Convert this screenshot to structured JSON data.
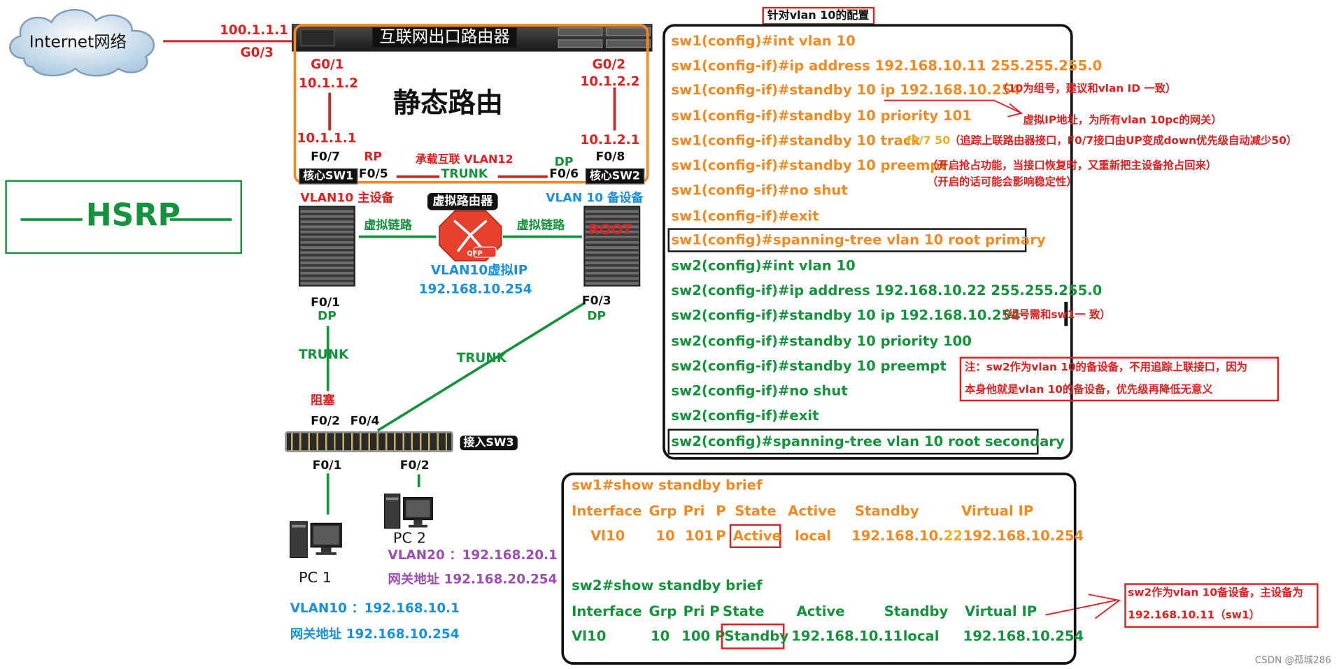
{
  "title": "针对vlan 10的配置",
  "side_label": "HSRP",
  "topology": {
    "internet": "Internet网络",
    "edge_router": "互联网出口路由器",
    "isp_ip": "100.1.1.1",
    "router_uplink_port": "G0/3",
    "routing_type": "静态路由",
    "left_port": "G0/1",
    "left_ip": "10.1.1.2",
    "right_port": "G0/2",
    "right_ip": "10.1.2.2",
    "sw1_ip": "10.1.1.1",
    "sw2_ip": "10.1.2.1",
    "sw1_port": "F0/7",
    "sw2_port": "F0/8",
    "rp": "RP",
    "dp_top": "DP",
    "interconnect_vlan": "承载互联 VLAN12",
    "trunk_top": "TRUNK",
    "sw1_f05": "F0/5",
    "sw2_f06": "F0/6",
    "sw1_tag": "核心SW1",
    "sw2_tag": "核心SW2",
    "sw1_role": "VLAN10 主设备",
    "sw2_role": "VLAN 10 备设备",
    "virtual_router": "虚拟路由器",
    "virtual_link_left": "虚拟链路",
    "virtual_link_right": "虚拟链路",
    "root": "ROOT",
    "qfp": "QFP",
    "vip_title": "VLAN10虚拟IP",
    "vip": "192.168.10.254",
    "sw1_down_port": "F0/1",
    "sw1_down_dp": "DP",
    "sw2_down_port": "F0/3",
    "sw2_down_dp": "DP",
    "trunk_left": "TRUNK",
    "trunk_right": "TRUNK",
    "blocked": "阻塞",
    "sw3_f02": "F0/2",
    "sw3_f04": "F0/4",
    "sw3_tag": "接入SW3",
    "sw3_f01_down": "F0/1",
    "sw3_f02_down": "F0/2",
    "pc1": "PC 1",
    "pc2": "PC 2",
    "pc1_vlan": "VLAN10 ：192.168.10.1",
    "pc1_gw": "网关地址 192.168.10.254",
    "pc2_vlan": "VLAN20 ：192.168.20.1",
    "pc2_gw": "网关地址 192.168.20.254"
  },
  "config": {
    "sw1_lines": [
      "sw1(config)#int vlan 10",
      "sw1(config-if)#ip address 192.168.10.11 255.255.255.0",
      "sw1(config-if)#standby 10 ip 192.168.10.254",
      "sw1(config-if)#standby 10 priority 101",
      "sw1(config-if)#standby 10 track",
      "sw1(config-if)#standby 10 preempt",
      "sw1(config-if)#no shut",
      "sw1(config-if)#exit",
      "sw1(config)#spanning-tree vlan 10 root primary"
    ],
    "track_arg": "f0/7 50",
    "sw2_lines": [
      "sw2(config)#int vlan 10",
      "sw2(config-if)#ip address 192.168.10.22 255.255.255.0",
      "sw2(config-if)#standby 10 ip 192.168.10.254",
      "sw2(config-if)#standby 10 priority 100",
      "sw2(config-if)#standby 10 preempt",
      "sw2(config-if)#no shut",
      "sw2(config-if)#exit",
      "sw2(config)#spanning-tree vlan 10 root secondary"
    ],
    "notes": {
      "group": "（10为组号，建议和vlan ID 一致）",
      "vip": "虚拟IP地址，为所有vlan 10pc的网关）",
      "track": "（追踪上联路由器接口，F0/7接口由UP变成down优先级自动减少50）",
      "preempt1": "（开启抢占功能，当接口恢复时，又重新把主设备抢占回来）",
      "preempt2": "（开启的话可能会影响稳定性）",
      "sw2_group": "（组号需和sw1一 致）",
      "sw2_note1": "注：sw2作为vlan 10的备设备，不用追踪上联接口，因为",
      "sw2_note2": "本身他就是vlan 10的备设备，优先级再降低无意义"
    }
  },
  "standby": {
    "sw1_cmd": "sw1#show standby brief",
    "sw2_cmd": "sw2#show standby brief",
    "headers": [
      "Interface",
      "Grp",
      "Pri",
      "P",
      "State",
      "Active",
      "Standby",
      "Virtual IP"
    ],
    "sw1_row": [
      "Vl10",
      "10",
      "101",
      "P",
      "Active",
      "local",
      "192.168.10.",
      "22",
      "192.168.10.254"
    ],
    "sw2_headers": [
      "Interface",
      "Grp",
      "Pri P",
      "State",
      "Active",
      "Standby",
      "Virtual IP"
    ],
    "sw2_row": [
      "Vl10",
      "10",
      "100 P",
      "Standby",
      "192.168.10.11",
      "local",
      "192.168.10.254"
    ],
    "note1": "sw2作为vlan 10备设备，主设备为",
    "note2": "192.168.10.11（sw1）"
  },
  "watermark": "CSDN @孤城286"
}
